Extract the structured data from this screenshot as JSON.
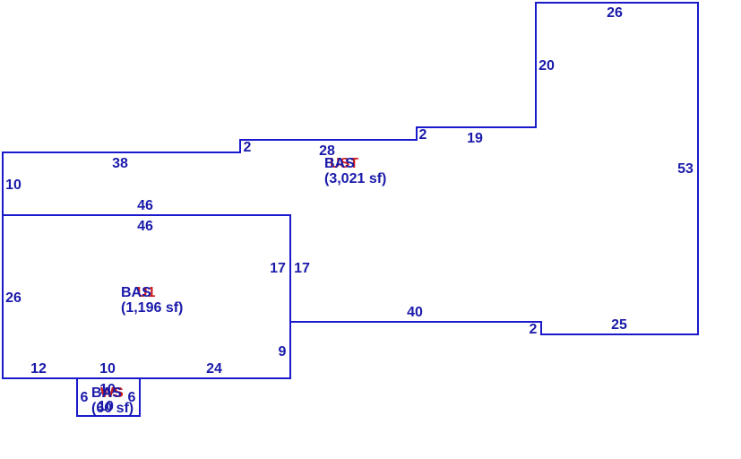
{
  "colors": {
    "line": "#1a1acc",
    "text": "#1a1aaa",
    "label_overlay": "#cc1a1a",
    "background": "#ffffff"
  },
  "areas": [
    {
      "code": "BAS",
      "overlay_code": "UST",
      "size": "(3,021 sf)"
    },
    {
      "code": "BAS",
      "overlay_code": "U1",
      "size": "(1,196 sf)"
    },
    {
      "code": "BAS",
      "overlay_code": "WS",
      "size": "(60 sf)"
    }
  ],
  "dimensions": {
    "main_top_right": "26",
    "main_right_upper": "20",
    "main_step_mid": "19",
    "main_step_small_right": "2",
    "main_top_center": "28",
    "main_step_small_left": "2",
    "main_top_left": "38",
    "main_left": "10",
    "main_right": "53",
    "main_divider_top": "46",
    "main_bottom_center": "40",
    "main_bottom_step": "2",
    "main_bottom_right": "25",
    "wing_top": "46",
    "wing_right_in": "17",
    "wing_right_out": "17",
    "wing_left": "26",
    "wing_right_lower": "9",
    "wing_bottom_left": "12",
    "wing_bottom_mid": "10",
    "wing_bottom_right": "24",
    "porch_left": "6",
    "porch_top": "10",
    "porch_right": "6",
    "porch_bottom": "10"
  }
}
